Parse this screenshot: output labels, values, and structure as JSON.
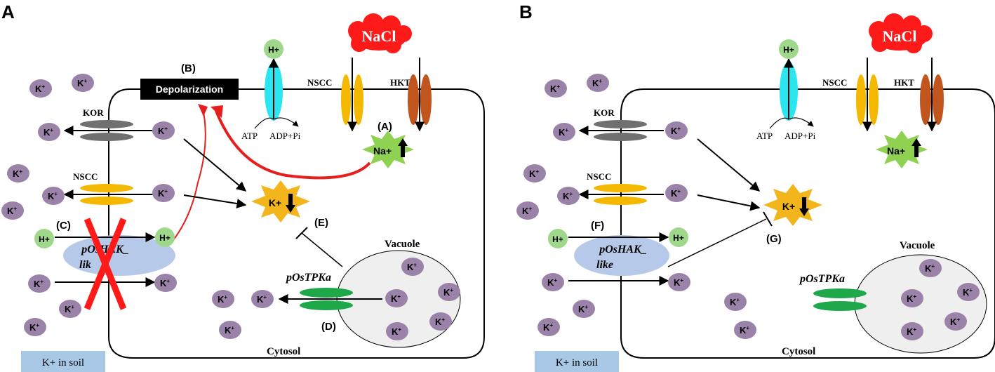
{
  "panels": [
    {
      "letter": "A",
      "nacl": "NaCl",
      "h_plus": "H+",
      "nscc_top": "NSCC",
      "hkt": "HKT",
      "atp": "ATP",
      "adp": "ADP+Pi",
      "depolarization": "Depolarization",
      "label_b": "(B)",
      "label_a": "(A)",
      "na_up": "Na+",
      "kor": "KOR",
      "nscc_left": "NSCC",
      "k_down": "K+",
      "label_e": "(E)",
      "label_c": "(C)",
      "hak": "pOsHAK_",
      "hak2": "like",
      "hak2_trunc": "lik",
      "vacuole": "Vacuole",
      "tpk": "pOsTPKa",
      "label_d": "(D)",
      "cytosol": "Cytosol",
      "soil": "K+ in soil",
      "k_ion": "K",
      "k_sup": "+",
      "h_ion": "H+"
    },
    {
      "letter": "B",
      "nacl": "NaCl",
      "h_plus": "H+",
      "nscc_top": "NSCC",
      "hkt": "HKT",
      "atp": "ATP",
      "adp": "ADP+Pi",
      "na_up": "Na+",
      "kor": "KOR",
      "nscc_left": "NSCC",
      "k_down": "K+",
      "label_f": "(F)",
      "label_g": "(G)",
      "hak": "pOsHAK_",
      "hak2": "like",
      "vacuole": "Vacuole",
      "tpk": "pOsTPKa",
      "cytosol": "Cytosol",
      "soil": "K+ in soil",
      "k_ion": "K",
      "k_sup": "+",
      "h_ion": "H+"
    }
  ],
  "colors": {
    "k_ion": "#9b82a8",
    "h_ion": "#9fd88a",
    "nacl": "#ff1a1a",
    "hpump": "#29e6f0",
    "nscc": "#f5b800",
    "hkt": "#c0561e",
    "kor": "#707070",
    "tpk": "#1fa84a",
    "hak": "#b7c9e8",
    "na_star": "#8fd150",
    "k_star": "#f2b51c",
    "soil_box": "#a9c8e6",
    "red": "#e61e1e"
  }
}
